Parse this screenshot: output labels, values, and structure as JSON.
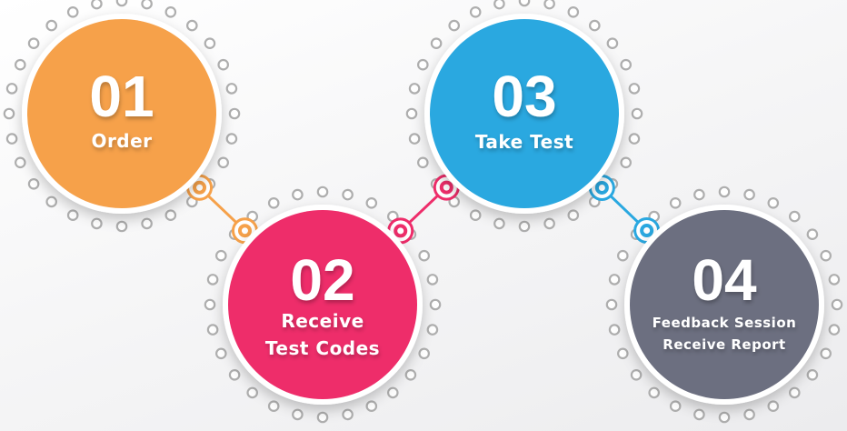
{
  "steps": [
    {
      "number": "01",
      "lines": [
        "Order"
      ],
      "color": "#f6a14a"
    },
    {
      "number": "02",
      "lines": [
        "Receive",
        "Test Codes"
      ],
      "color": "#ee2d6a"
    },
    {
      "number": "03",
      "lines": [
        "Take Test"
      ],
      "color": "#2aa8e0"
    },
    {
      "number": "04",
      "lines": [
        "Feedback Session",
        "Receive Report"
      ],
      "color": "#6c6f80"
    }
  ],
  "connectors": [
    {
      "from": 0,
      "to": 1,
      "color": "#f6a14a"
    },
    {
      "from": 1,
      "to": 2,
      "color": "#ee2d6a"
    },
    {
      "from": 2,
      "to": 3,
      "color": "#2aa8e0"
    }
  ],
  "colors": {
    "dots": "#aeaeae"
  }
}
